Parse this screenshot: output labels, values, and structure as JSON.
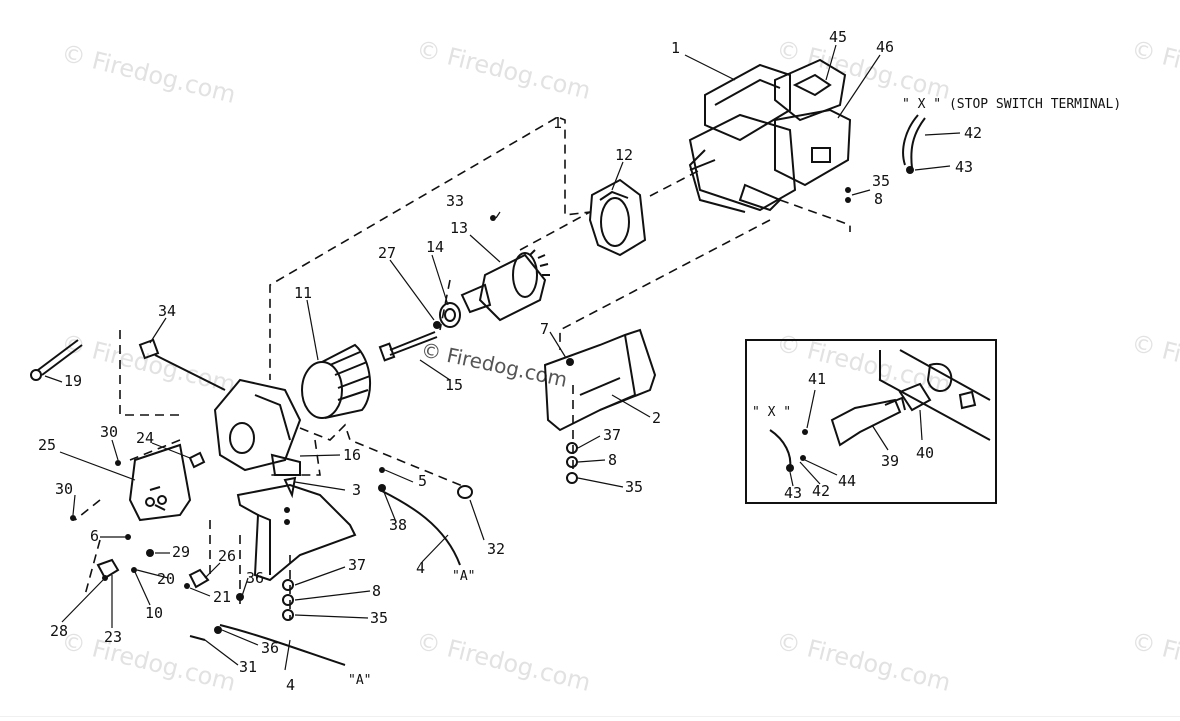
{
  "watermark": {
    "text": "© Firedog.com"
  },
  "labels": {
    "p1a": "1",
    "p1b": "1",
    "p2": "2",
    "p3": "3",
    "p4a": "4",
    "p4b": "4",
    "p5": "5",
    "p6": "6",
    "p7a": "7",
    "p8a": "8",
    "p8b": "8",
    "p8c": "8",
    "p10": "10",
    "p11": "11",
    "p12": "12",
    "p13": "13",
    "p14": "14",
    "p15": "15",
    "p16": "16",
    "p19": "19",
    "p20": "20",
    "p21": "21",
    "p23": "23",
    "p24": "24",
    "p25": "25",
    "p26": "26",
    "p27": "27",
    "p28": "28",
    "p29": "29",
    "p30a": "30",
    "p30b": "30",
    "p31": "31",
    "p32": "32",
    "p33": "33",
    "p34": "34",
    "p35a": "35",
    "p35b": "35",
    "p35c": "35",
    "p36a": "36",
    "p36b": "36",
    "p37a": "37",
    "p37b": "37",
    "p38": "38",
    "p39": "39",
    "p40": "40",
    "p41": "41",
    "p42a": "42",
    "p42b": "42",
    "p43a": "43",
    "p43b": "43",
    "p44": "44",
    "p45": "45",
    "p46": "46"
  },
  "callouts": {
    "stop_switch": "\" X \" (STOP SWITCH TERMINAL)",
    "inset_x": "\" X \"",
    "ref_a1": "\"A\"",
    "ref_a2": "\"A\""
  }
}
